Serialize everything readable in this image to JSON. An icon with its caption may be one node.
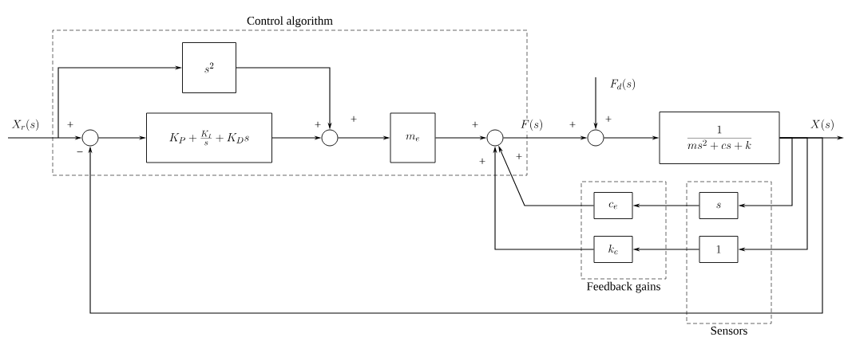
{
  "diagram": {
    "nodes": [
      {
        "text": [
          "Control algorithm"
        ]
      },
      {
        "text": [
          "Feedback gains"
        ]
      },
      {
        "text": [
          "Sensors"
        ]
      },
      {
        "text": [],
        "shape": "circle",
        "in": 0
      },
      {
        "text": [
          "s^2"
        ],
        "in": 0
      },
      {
        "text": [
          "K_P + \\frac{K_I}{s} + K_D s"
        ],
        "in": 0
      },
      {
        "text": [],
        "shape": "circle",
        "in": 0
      },
      {
        "text": [
          "m_e"
        ],
        "in": 0
      },
      {
        "text": [],
        "shape": "circle",
        "in": 0
      },
      {
        "text": [],
        "shape": "circle"
      },
      {
        "text": [
          "\\frac{1}{ms^2 + cs + k}"
        ]
      },
      {
        "text": [
          "c_e"
        ],
        "in": 1
      },
      {
        "text": [
          "k_e"
        ],
        "in": 1
      },
      {
        "text": [
          "s"
        ],
        "in": 2
      },
      {
        "text": [
          "1"
        ],
        "in": 2
      }
    ],
    "edges": [
      {
        "from": null,
        "to": 3,
        "arrow": "to",
        "label": "X_r(s)"
      },
      {
        "from": null,
        "to": 4,
        "arrow": "to"
      },
      {
        "from": 3,
        "to": 5,
        "arrow": "to"
      },
      {
        "from": 5,
        "to": 6,
        "arrow": "to"
      },
      {
        "from": 4,
        "to": 6,
        "arrow": "to"
      },
      {
        "from": 6,
        "to": 7,
        "arrow": "to"
      },
      {
        "from": 7,
        "to": 8,
        "arrow": "to"
      },
      {
        "from": 8,
        "to": 9,
        "arrow": "to",
        "label": "F(s)"
      },
      {
        "from": null,
        "to": 9,
        "arrow": "to",
        "label": "F_d(s)"
      },
      {
        "from": 9,
        "to": 10,
        "arrow": "to"
      },
      {
        "from": 10,
        "to": null,
        "arrow": "to",
        "label": "X(s)"
      },
      {
        "from": 10,
        "to": 13,
        "arrow": "to"
      },
      {
        "from": 10,
        "to": 14,
        "arrow": "to"
      },
      {
        "from": 10,
        "to": 3,
        "arrow": "to"
      },
      {
        "from": 13,
        "to": 11,
        "arrow": "to"
      },
      {
        "from": 14,
        "to": 12,
        "arrow": "to"
      },
      {
        "from": 11,
        "to": 8,
        "arrow": "to"
      },
      {
        "from": 12,
        "to": 8,
        "arrow": "to"
      }
    ],
    "labels": [
      "+",
      "−",
      "+",
      "+",
      "+",
      "+",
      "+",
      "+",
      "+"
    ]
  }
}
